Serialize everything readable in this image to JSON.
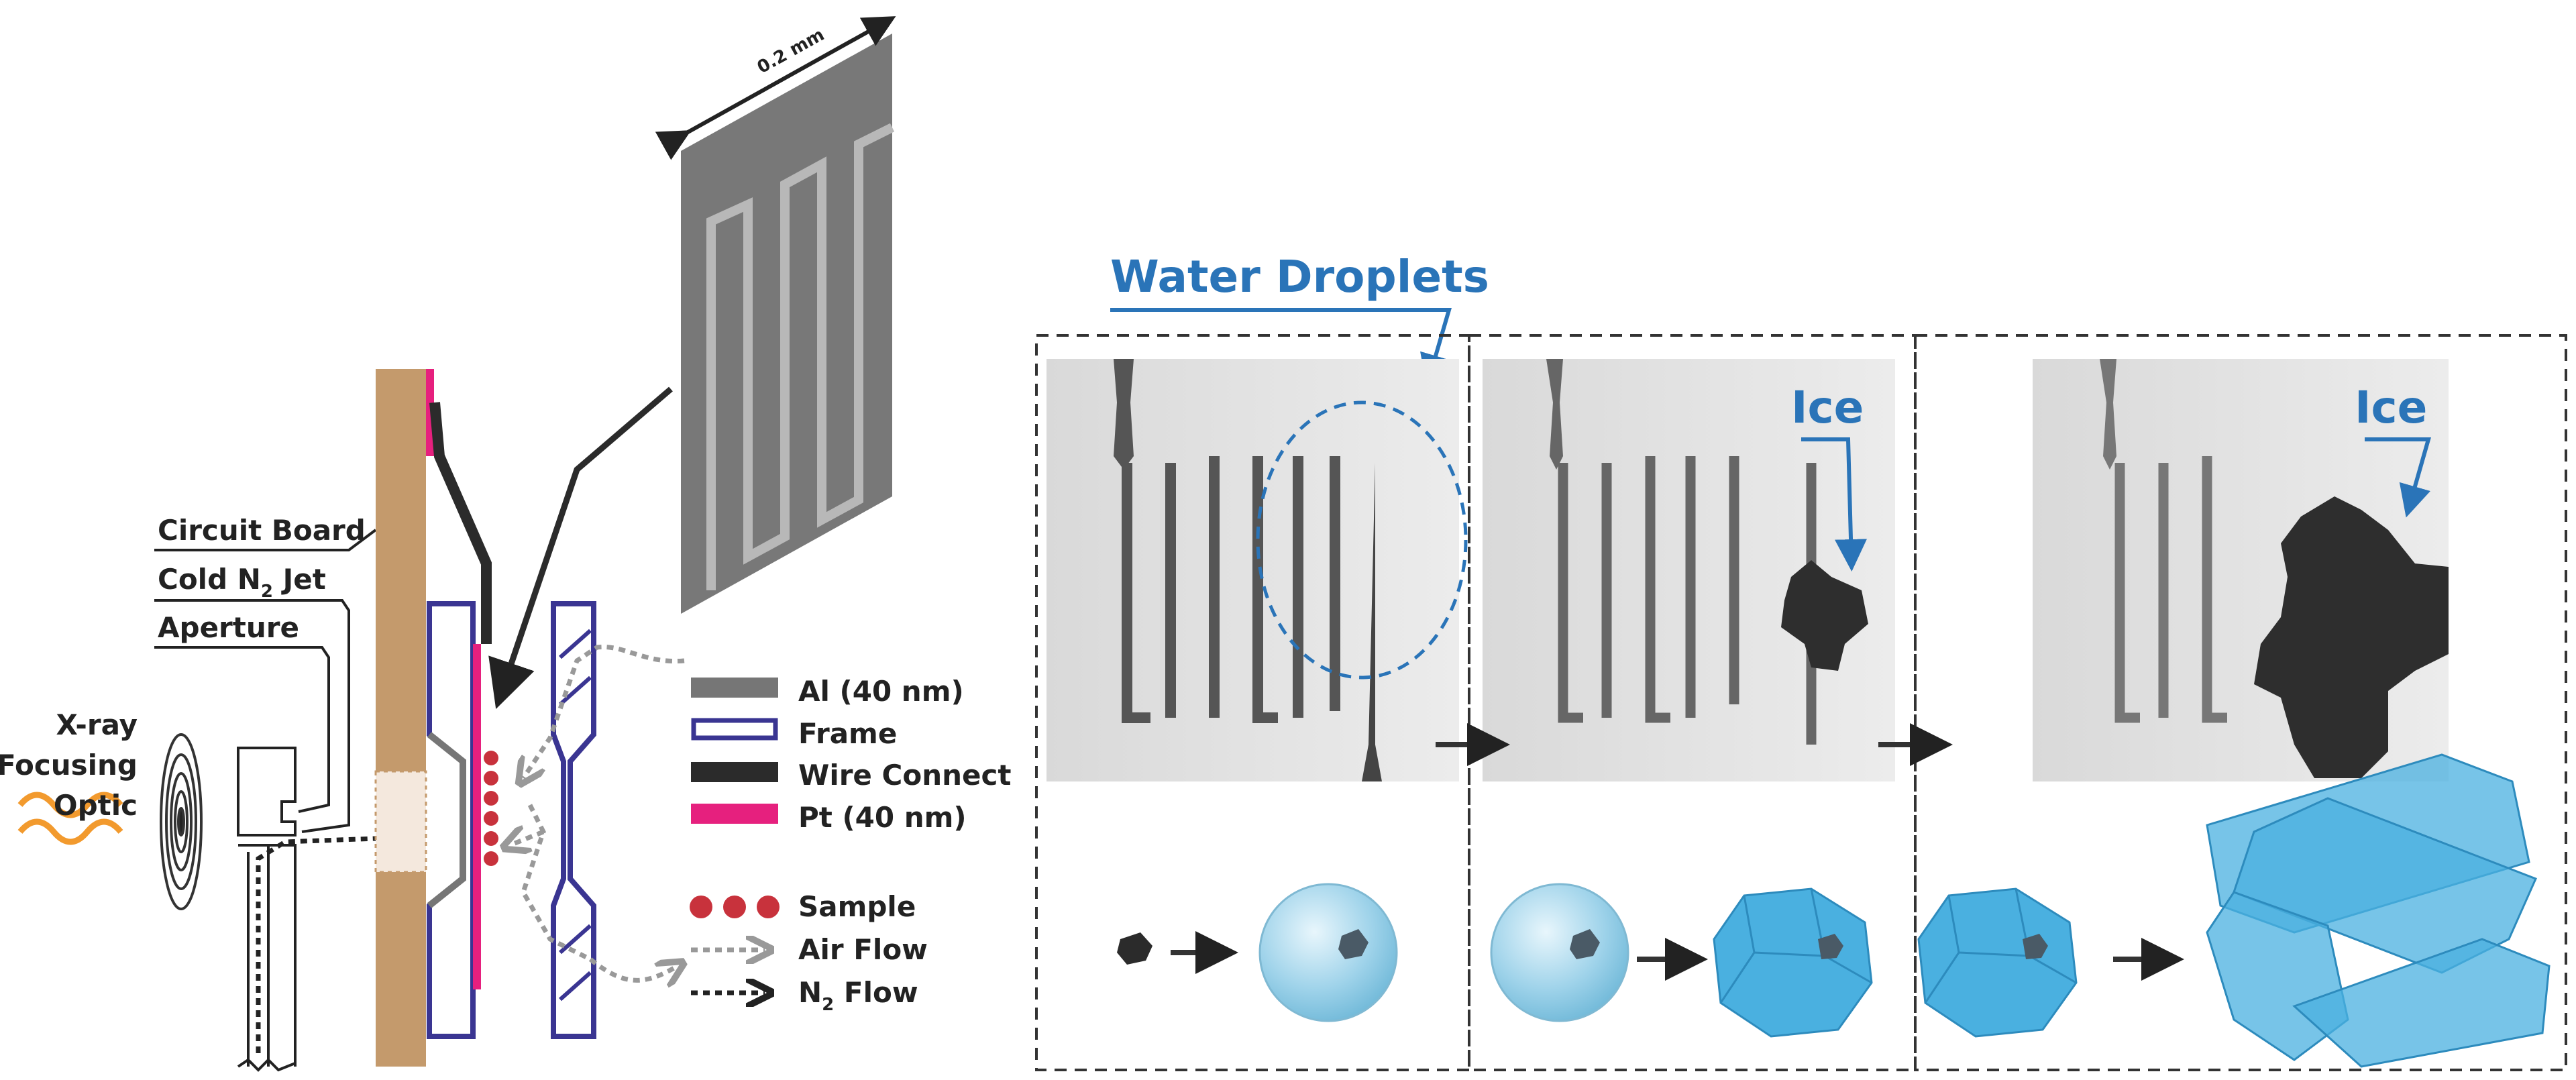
{
  "labels": {
    "xray": [
      "X-ray",
      "Focusing",
      "Optic"
    ],
    "circuit_board": "Circuit Board",
    "cold_jet_prefix": "Cold N",
    "cold_jet_sub": "2",
    "cold_jet_suffix": " Jet",
    "aperture": "Aperture",
    "scale": "0.2 mm",
    "water_droplets": "Water Droplets",
    "ice_1": "Ice",
    "ice_2": "Ice"
  },
  "legend": [
    {
      "label": "Al (40 nm)",
      "swatch": "solid-gray"
    },
    {
      "label": "Frame",
      "swatch": "outline-navy"
    },
    {
      "label": "Wire Connect",
      "swatch": "solid-black"
    },
    {
      "label": "Pt (40 nm)",
      "swatch": "solid-magenta"
    }
  ],
  "legend2": [
    {
      "label": "Sample",
      "swatch": "red-dots"
    },
    {
      "label": "Air Flow",
      "swatch": "gray-dotted-arrow"
    },
    {
      "label_prefix": "N",
      "label_sub": "2",
      "label_suffix": " Flow",
      "swatch": "black-dotted-arrow"
    }
  ],
  "colors": {
    "board": "#c49a6c",
    "frame": "#3a3592",
    "pt": "#e6207e",
    "al": "#767676",
    "wire": "#2b2b2b",
    "sample": "#c8323c",
    "water_blue": "#2a74b8",
    "ice_cyan": "#4ab0e0",
    "xray_orange": "#f29a2e"
  }
}
